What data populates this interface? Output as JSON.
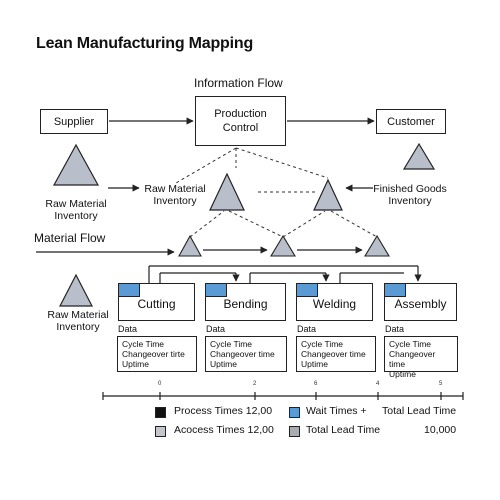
{
  "title": "Lean Manufacturing Mapping",
  "information_flow_label": "Information Flow",
  "material_flow_label": "Material Flow",
  "supplier_label": "Supplier",
  "production_control_label": "Production\nControl",
  "customer_label": "Customer",
  "raw_inventory_left_label": "Raw Material\nInventory",
  "raw_inventory_center_label": "Raw Material\nInventory",
  "finished_goods_label": "Finished Goods\nInventory",
  "raw_inventory_bottom_label": "Raw Material\nInventory",
  "processes": [
    {
      "name": "Cutting",
      "data_label": "Data",
      "lines": [
        "Cycle Time",
        "Changeover tirte",
        "Uptime"
      ]
    },
    {
      "name": "Bending",
      "data_label": "Data",
      "lines": [
        "Cycle Time",
        "Changeover time",
        "Uptime"
      ]
    },
    {
      "name": "Welding",
      "data_label": "Data",
      "lines": [
        "Cycle Time",
        "Changeover time",
        "Uptime"
      ]
    },
    {
      "name": "Assembly",
      "data_label": "Data",
      "lines": [
        "Cycle Time",
        "Changeover time",
        "Uptime"
      ]
    }
  ],
  "timeline_ticks": [
    "0",
    "2",
    "6",
    "4",
    "5"
  ],
  "legend": {
    "process_times": "Process Times 12,00",
    "wait_times": "Wait Times +",
    "total_lead_time_header": "Total Lead Time",
    "acocess_times": "Acocess Times 12,00",
    "total_lead_time": "Total Lead Time",
    "total_value": "10,000"
  },
  "colors": {
    "triangle_fill": "#b9bfca",
    "process_bar": "#5b9bd5",
    "process_times_swatch": "#111111",
    "wait_times_swatch": "#5b9bd5",
    "acocess_swatch": "#c4c7cc",
    "total_swatch": "#a9acb1"
  }
}
